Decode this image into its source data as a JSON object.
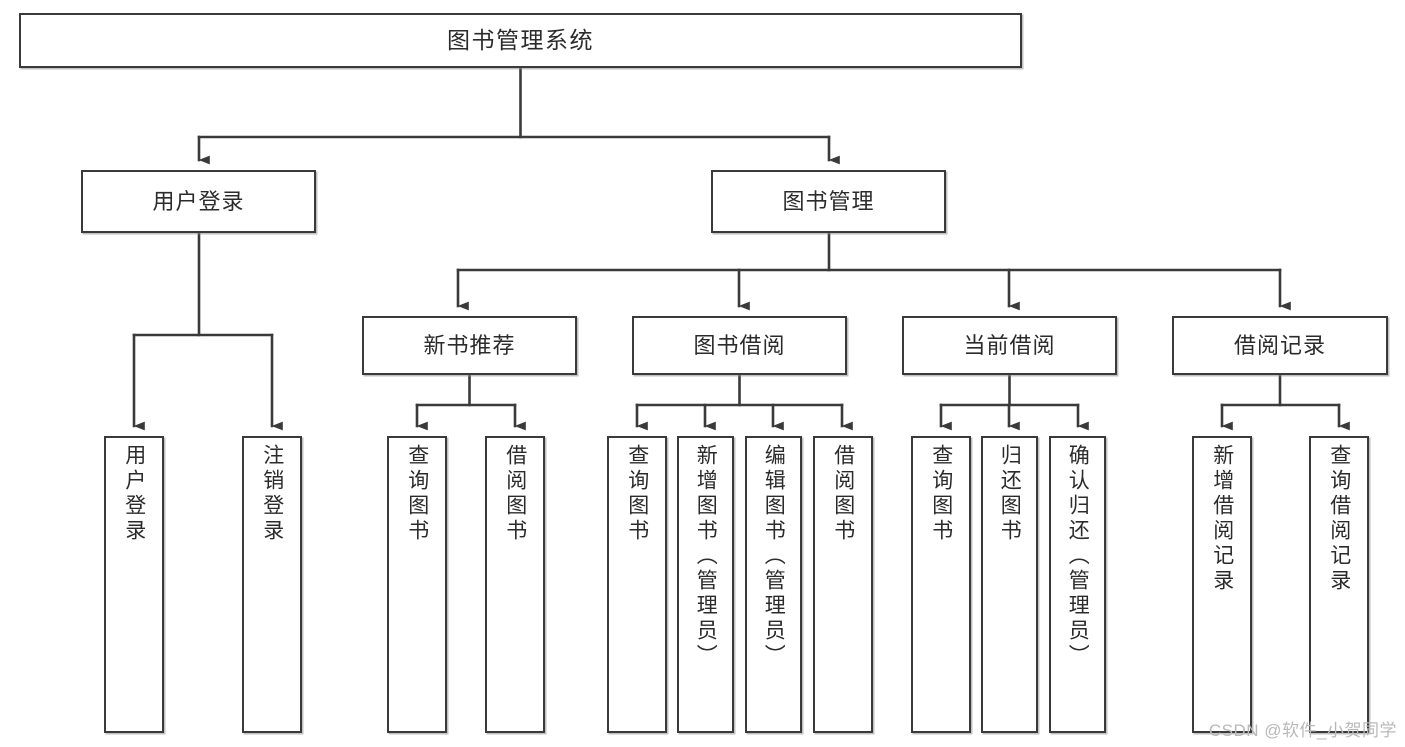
{
  "diagram": {
    "type": "hierarchy-tree",
    "title": "图书管理系统",
    "root": {
      "id": "root",
      "label": "图书管理系统"
    },
    "level2": [
      {
        "id": "user-login",
        "label": "用户登录"
      },
      {
        "id": "book-manage",
        "label": "图书管理"
      }
    ],
    "level3": [
      {
        "id": "new-book-rec",
        "label": "新书推荐"
      },
      {
        "id": "book-borrow",
        "label": "图书借阅"
      },
      {
        "id": "current-borrow",
        "label": "当前借阅"
      },
      {
        "id": "borrow-record",
        "label": "借阅记录"
      }
    ],
    "leaves": {
      "user_login": [
        {
          "id": "leaf-user-login",
          "label": "用户登录"
        },
        {
          "id": "leaf-logout",
          "label": "注销登录"
        }
      ],
      "new_book_rec": [
        {
          "id": "leaf-query-book-1",
          "label": "查询图书"
        },
        {
          "id": "leaf-borrow-book-1",
          "label": "借阅图书"
        }
      ],
      "book_borrow": [
        {
          "id": "leaf-query-book-2",
          "label": "查询图书"
        },
        {
          "id": "leaf-add-book",
          "label": "新增图书（管理员）"
        },
        {
          "id": "leaf-edit-book",
          "label": "编辑图书（管理员）"
        },
        {
          "id": "leaf-borrow-book-2",
          "label": "借阅图书"
        }
      ],
      "current_borrow": [
        {
          "id": "leaf-query-book-3",
          "label": "查询图书"
        },
        {
          "id": "leaf-return-book",
          "label": "归还图书"
        },
        {
          "id": "leaf-confirm-return",
          "label": "确认归还（管理员）"
        }
      ],
      "borrow_record": [
        {
          "id": "leaf-add-record",
          "label": "新增借阅记录"
        },
        {
          "id": "leaf-query-record",
          "label": "查询借阅记录"
        }
      ]
    }
  },
  "watermark": {
    "text": "CSDN @软件_小贺同学"
  },
  "colors": {
    "box_border": "#3a3a3a",
    "box_fill": "#ffffff",
    "text": "#2b2b2b",
    "connector": "#3a3a3a",
    "watermark": "#b9b9b9",
    "background": "#ffffff"
  }
}
